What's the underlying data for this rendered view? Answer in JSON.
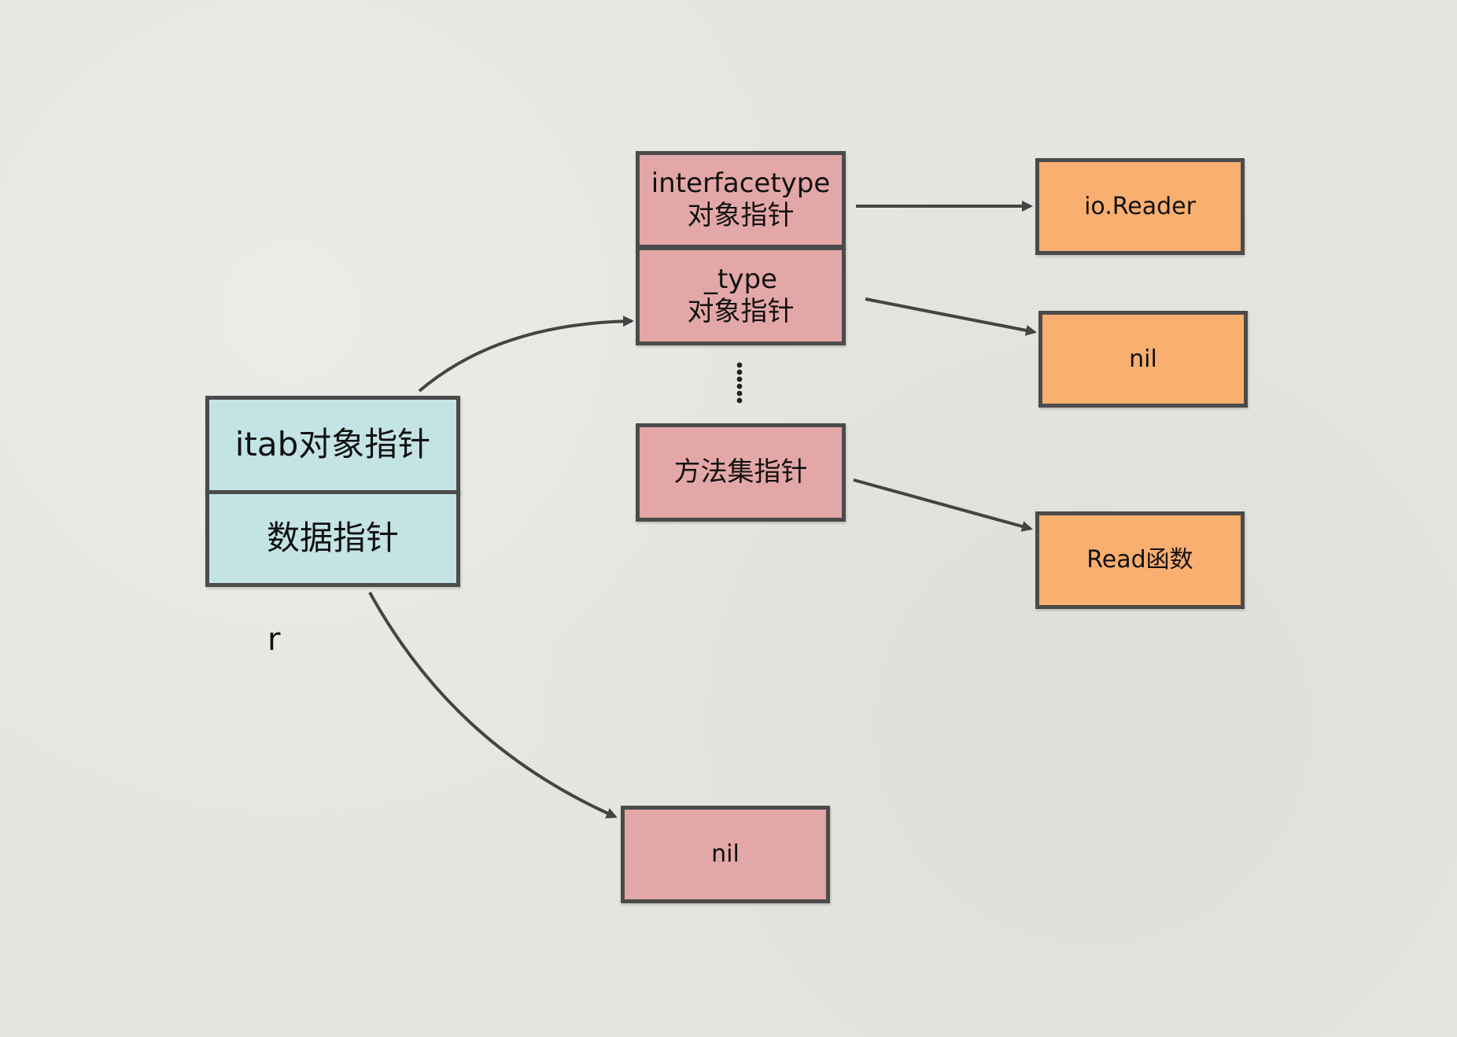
{
  "diagram": {
    "var_label": "r",
    "iface_box": {
      "itab_ptr": "itab对象指针",
      "data_ptr": "数据指针"
    },
    "itab_fields": {
      "interfacetype_line1": "interfacetype",
      "interfacetype_line2": "对象指针",
      "type_line1": "_type",
      "type_line2": "对象指针",
      "methods": "方法集指针"
    },
    "targets": {
      "io_reader": "io.Reader",
      "type_nil": "nil",
      "read_func": "Read函数",
      "data_nil": "nil"
    }
  },
  "colors": {
    "iface_fill": "#c4e3e5",
    "itab_fill": "#e3a7a7",
    "target_fill": "#f8af70",
    "stroke": "#4b4b4b"
  }
}
